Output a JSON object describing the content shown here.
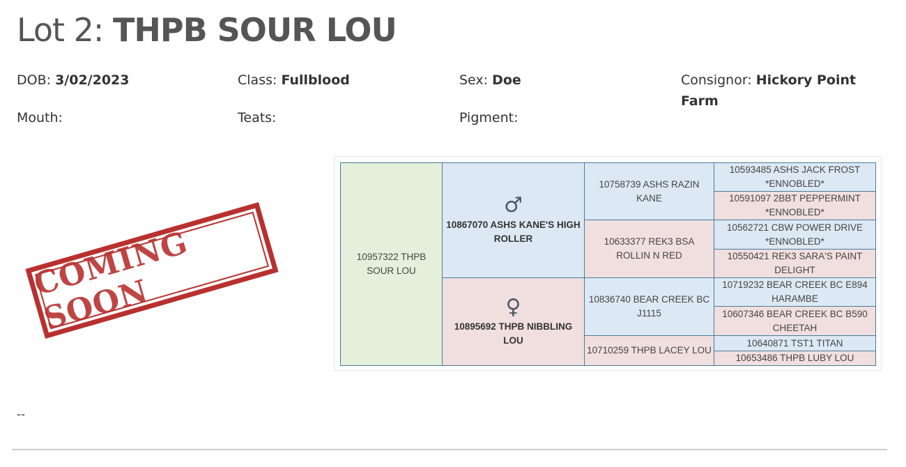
{
  "lot": {
    "prefix": "Lot 2:",
    "name": "THPB SOUR LOU"
  },
  "info": {
    "dob_label": "DOB:",
    "dob_value": "3/02/2023",
    "class_label": "Class:",
    "class_value": "Fullblood",
    "sex_label": "Sex:",
    "sex_value": "Doe",
    "consignor_label": "Consignor:",
    "consignor_value": "Hickory Point Farm",
    "mouth_label": "Mouth:",
    "mouth_value": "",
    "teats_label": "Teats:",
    "teats_value": "",
    "pigment_label": "Pigment:",
    "pigment_value": ""
  },
  "stamp": {
    "text": "COMING SOON"
  },
  "pedigree": {
    "animal": "10957322 THPB SOUR LOU",
    "sire": "10867070 ASHS KANE'S HIGH ROLLER",
    "sire_symbol": "♂",
    "dam": "10895692 THPB NIBBLING LOU",
    "dam_symbol": "♀",
    "sire_sire": "10758739 ASHS RAZIN KANE",
    "sire_dam": "10633377 REK3 BSA ROLLIN N RED",
    "dam_sire": "10836740 BEAR CREEK BC J1115",
    "dam_dam": "10710259 THPB LACEY LOU",
    "ggen": [
      "10593485 ASHS JACK FROST *ENNOBLED*",
      "10591097 2BBT PEPPERMINT *ENNOBLED*",
      "10562721 CBW POWER DRIVE *ENNOBLED*",
      "10550421 REK3 SARA'S PAINT DELIGHT",
      "10719232 BEAR CREEK BC E894 HARAMBE",
      "10607346 BEAR CREEK BC B590 CHEETAH",
      "10640871 TST1 TITAN",
      "10653486 THPB LUBY LOU"
    ]
  },
  "notes": "--",
  "colors": {
    "sire_bg": "#dce9f4",
    "dam_bg": "#f1dfe0",
    "animal_bg": "#e4efdc",
    "stamp": "#b8312f",
    "border": "#4a7a99"
  }
}
